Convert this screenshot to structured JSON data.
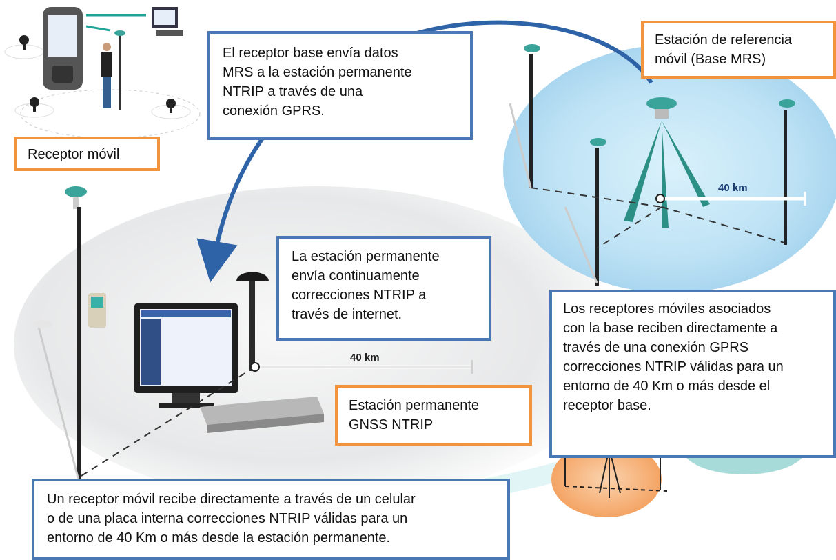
{
  "labels": {
    "receptor_movil": "Receptor móvil",
    "base_mrs_title": "Estación de referencia\nmóvil (Base MRS)",
    "base_sends": "El receptor base envía datos\nMRS a la estación permanente\nNTRIP a través de una\nconexión GPRS.",
    "permanent_sends": "La estación permanente\nenvía continuamente\ncorrecciones NTRIP a\ntravés de internet.",
    "permanent_station": "Estación permanente\nGNSS NTRIP",
    "rovers_base": "Los receptores móviles asociados\ncon la base reciben directamente a\ntravés de una conexión GPRS\ncorrecciones NTRIP válidas para un\nentorno de 40 Km o más desde el\nreceptor base.",
    "rover_cell": "Un receptor móvil recibe directamente a través de un celular\no de una placa interna correcciones NTRIP válidas para un\nentorno de 40 Km o más desde la estación permanente."
  },
  "distances": {
    "left_km": "40 km",
    "right_km": "40 km"
  },
  "colors": {
    "callout_border": "#4a78b4",
    "label_border": "#f2943d",
    "arrow": "#2f63a8",
    "base_zone": "#bfe3f5",
    "station_zone": "#e6e7e8",
    "small_zone": "#f6b27a",
    "km_right_text": "#1c3f73"
  }
}
